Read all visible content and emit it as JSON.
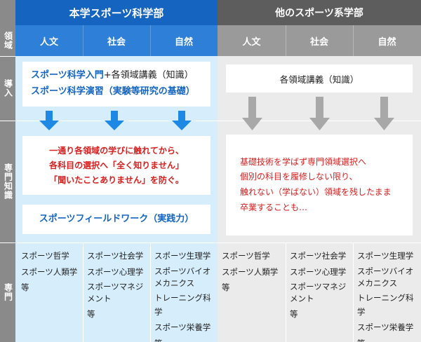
{
  "header": {
    "ours": "本学スポーツ科学部",
    "other": "他のスポーツ系学部"
  },
  "rows": {
    "domain": "領域",
    "intro": "導入",
    "specialty_knowledge": "専門知識",
    "specialty": "専門"
  },
  "fields": {
    "humanities": "人文",
    "society": "社会",
    "nature": "自然"
  },
  "ours_intro": {
    "line1_bold": "スポーツ科学入門",
    "line1_plain": "+各領域講義（知識）",
    "line2": "スポーツ科学演習（実験等研究の基礎）"
  },
  "other_intro": {
    "line1": "各領域講義（知識）"
  },
  "ours_knowledge": {
    "line1": "一通り各領域の学びに触れてから、",
    "line2": "各科目の選択へ「全く知りません」",
    "line3": "「聞いたことありません」を防ぐ。",
    "fieldwork": "スポーツフィールドワーク（実践力）"
  },
  "other_knowledge": {
    "line1": "基礎技術を学ばず専門領域選択へ",
    "line2": "個別の科目を履修しない限り、",
    "line3": "触れない（学ばない）領域を残したまま",
    "line4": "卒業することも…"
  },
  "lists": {
    "humanities": [
      "スポーツ哲学",
      "スポーツ人類学",
      "等"
    ],
    "society": [
      "スポーツ社会学",
      "スポーツ心理学",
      "スポーツマネジメント",
      "等"
    ],
    "nature": [
      "スポーツ生理学",
      "スポーツバイオメカニクス",
      "トレーニング科学",
      "スポーツ栄養学",
      "等"
    ]
  },
  "colors": {
    "ours_header": "#1565c0",
    "ours_sub": "#2e7fd8",
    "ours_bg": "#d6eefb",
    "other_header": "#5d5d5d",
    "other_sub": "#9a9a9a",
    "other_bg": "#ebebeb",
    "arrow_blue": "#1e88e5",
    "arrow_gray": "#a8a8a8",
    "red": "#d62020"
  }
}
